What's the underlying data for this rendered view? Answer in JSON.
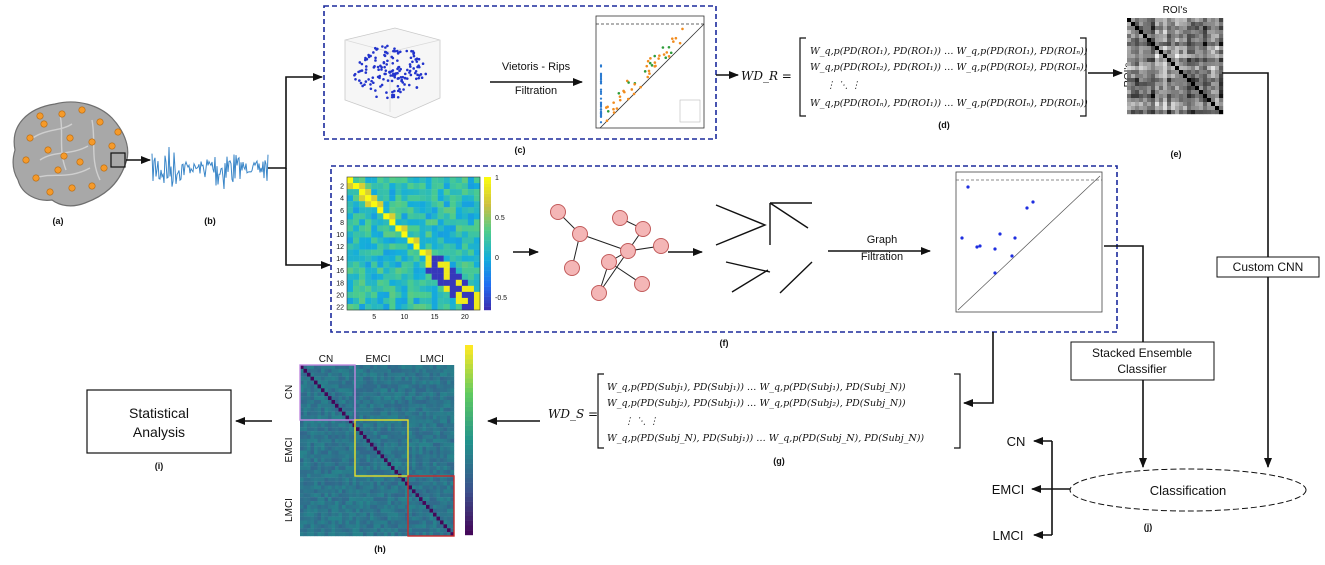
{
  "panels": {
    "a": "(a)",
    "b": "(b)",
    "c": "(c)",
    "d": "(d)",
    "e": "(e)",
    "f": "(f)",
    "g": "(g)",
    "h": "(h)",
    "i": "(i)",
    "j": "(j)"
  },
  "steps": {
    "vietoris_line1": "Vietoris - Rips",
    "vietoris_line2": "Filtration",
    "graph_line1": "Graph",
    "graph_line2": "Filtration",
    "custom_cnn": "Custom CNN",
    "stacked_line1": "Stacked Ensemble",
    "stacked_line2": "Classifier",
    "statistical_line1": "Statistical",
    "statistical_line2": "Analysis",
    "classification": "Classification"
  },
  "roi_matrix": {
    "top_label": "ROI's",
    "side_label": "ROI's"
  },
  "classes": [
    "CN",
    "EMCI",
    "LMCI"
  ],
  "matrix_f": {
    "row_ticks": [
      "2",
      "4",
      "6",
      "8",
      "10",
      "12",
      "14",
      "16",
      "18",
      "20",
      "22"
    ],
    "col_ticks": [
      "5",
      "10",
      "15",
      "20"
    ],
    "colorbar_ticks": [
      "1",
      "0.5",
      "0",
      "-0.5"
    ]
  },
  "matrix_h": {
    "col_labels": [
      "CN",
      "EMCI",
      "LMCI"
    ],
    "row_labels": [
      "CN",
      "EMCI",
      "LMCI"
    ]
  },
  "equation_r": {
    "lhs": "WD_R =",
    "rows": [
      "W_q,p(PD(ROI₁), PD(ROI₁)) … W_q,p(PD(ROI₁), PD(ROIₙ))",
      "W_q,p(PD(ROI₂), PD(ROI₁)) … W_q,p(PD(ROI₂), PD(ROIₙ))",
      "⋮                    ⋱                    ⋮",
      "W_q,p(PD(ROIₙ), PD(ROI₁)) … W_q,p(PD(ROIₙ), PD(ROIₙ))"
    ]
  },
  "equation_s": {
    "lhs": "WD_S =",
    "rows": [
      "W_q,p(PD(Subj₁), PD(Subj₁)) … W_q,p(PD(Subj₁), PD(Subj_N))",
      "W_q,p(PD(Subj₂), PD(Subj₁)) … W_q,p(PD(Subj₂), PD(Subj_N))",
      "⋮                    ⋱                    ⋮",
      "W_q,p(PD(Subj_N), PD(Subj₁)) … W_q,p(PD(Subj_N), PD(Subj_N))"
    ]
  },
  "colors": {
    "dashed_border": "#1b2a9c",
    "signal": "#3a86c8",
    "brain": "#9a9a9a",
    "brain_nodes": "#f59a2a",
    "graph_node": "#f4b6b6",
    "graph_node_stroke": "#c25b5b",
    "pd_points": "#1e2ee0",
    "scatter3d": "#2233cc",
    "pd_orange": "#f28c1e"
  }
}
